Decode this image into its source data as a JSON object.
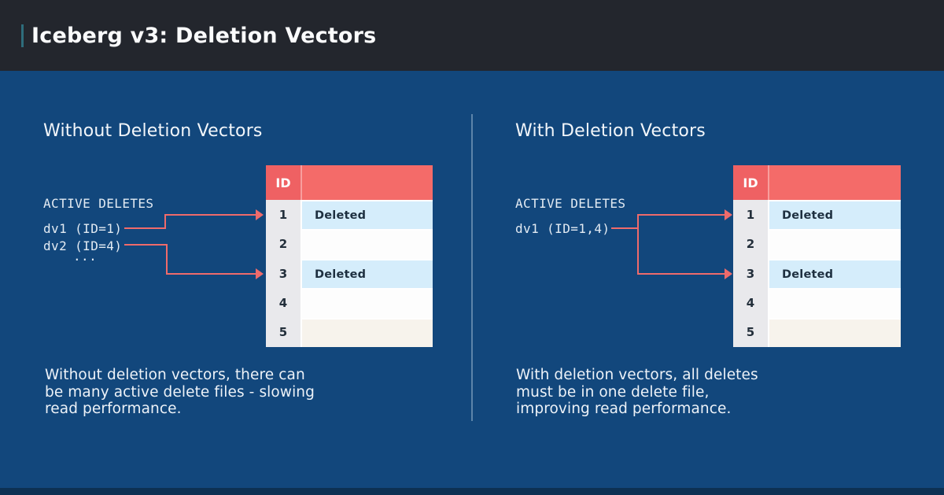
{
  "header": {
    "title": "Iceberg v3: Deletion Vectors"
  },
  "panels": [
    {
      "heading": "Without Deletion Vectors",
      "active_deletes_label": "ACTIVE DELETES",
      "delete_files": [
        "dv1 (ID=1)",
        "dv2 (ID=4)",
        "..."
      ],
      "caption_lines": [
        "Without deletion vectors, there can",
        "be many active delete files - slowing",
        "read performance."
      ],
      "table": {
        "id_header": "ID",
        "rows": [
          {
            "id": "1",
            "status": "Deleted"
          },
          {
            "id": "2",
            "status": ""
          },
          {
            "id": "3",
            "status": "Deleted"
          },
          {
            "id": "4",
            "status": ""
          },
          {
            "id": "5",
            "status": ""
          }
        ]
      }
    },
    {
      "heading": "With Deletion Vectors",
      "active_deletes_label": "ACTIVE DELETES",
      "delete_files": [
        "dv1 (ID=1,4)"
      ],
      "caption_lines": [
        "With deletion vectors, all deletes",
        "must be in one delete file,",
        "improving read performance."
      ],
      "table": {
        "id_header": "ID",
        "rows": [
          {
            "id": "1",
            "status": "Deleted"
          },
          {
            "id": "2",
            "status": ""
          },
          {
            "id": "3",
            "status": "Deleted"
          },
          {
            "id": "4",
            "status": ""
          },
          {
            "id": "5",
            "status": ""
          }
        ]
      }
    }
  ],
  "colors": {
    "background": "#12477c",
    "top_bar": "#23262d",
    "bottom_bar": "#0d3153",
    "accent_tick": "#2e6d7c",
    "coral": "#f46b69",
    "coral_dark": "#ef6163",
    "arrow": "#ef6b6b",
    "deleted_row": "#d5edfb",
    "id_column": "#e9e9ec",
    "row_white": "#fdfdfd",
    "row_cream": "#f7f3ec",
    "dark_text": "#1e3040"
  }
}
